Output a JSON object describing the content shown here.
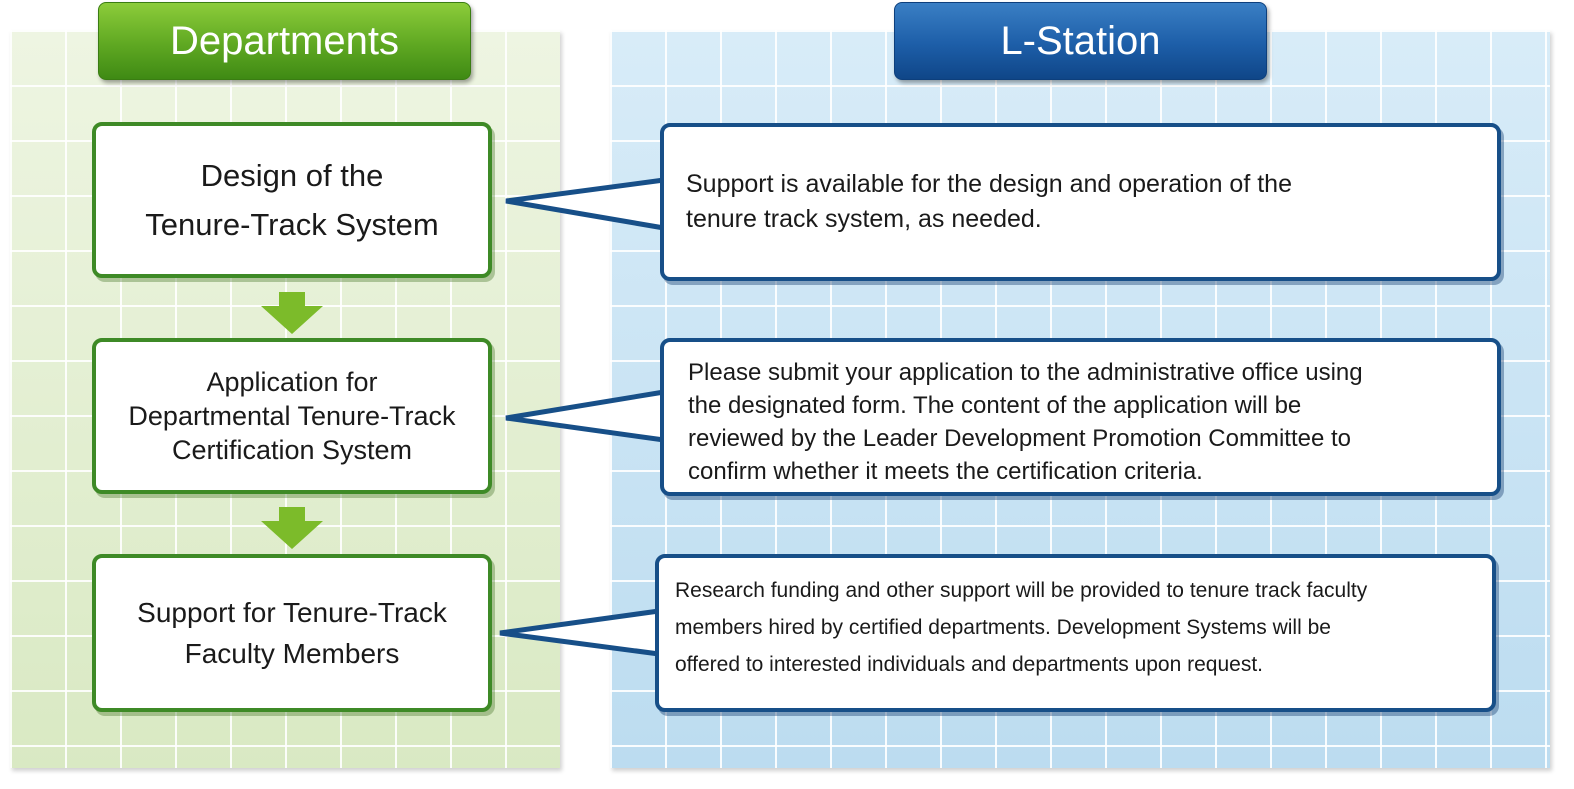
{
  "headers": {
    "left": "Departments",
    "right": "L-Station"
  },
  "departments": {
    "steps": [
      {
        "line1": "Design of the",
        "line2": "Tenure-Track System",
        "line3": ""
      },
      {
        "line1": "Application for",
        "line2": "Departmental Tenure-Track",
        "line3": "Certification System"
      },
      {
        "line1": "Support for Tenure-Track",
        "line2": "Faculty Members",
        "line3": ""
      }
    ]
  },
  "lstation": {
    "notes": [
      {
        "lines": [
          "Support is available for the design and operation of the",
          "tenure track system, as needed."
        ]
      },
      {
        "lines": [
          "Please submit your application to the administrative office using",
          "the designated form. The content of the application will be",
          "reviewed by the Leader Development Promotion Committee to",
          "confirm whether it meets the certification criteria."
        ]
      },
      {
        "lines": [
          "Research funding and other support will be provided to tenure track faculty",
          "members hired by certified departments. Development Systems will be",
          "offered to interested individuals and departments upon request."
        ]
      }
    ]
  },
  "colors": {
    "green_border": "#3e8a26",
    "blue_border": "#174f88",
    "arrow_green": "#7cbb2a"
  }
}
